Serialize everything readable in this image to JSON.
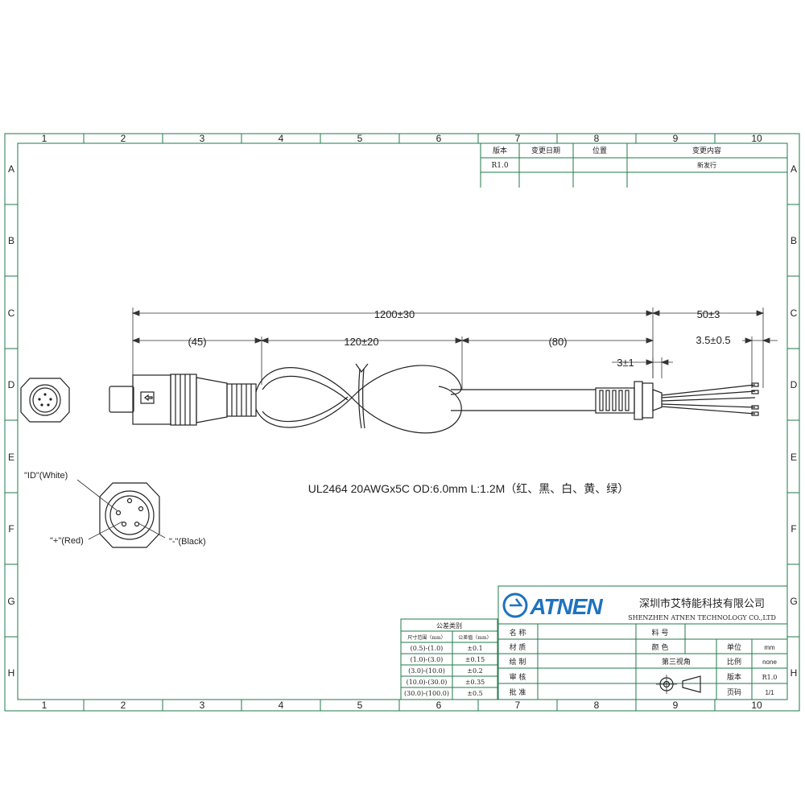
{
  "ruler": {
    "cols": [
      "1",
      "2",
      "3",
      "4",
      "5",
      "6",
      "7",
      "8",
      "9",
      "10"
    ],
    "rows": [
      "A",
      "B",
      "C",
      "D",
      "E",
      "F",
      "G",
      "H"
    ]
  },
  "revision_table": {
    "headers": [
      "版本",
      "变更日期",
      "位置",
      "变更内容"
    ],
    "row": [
      "R1.0",
      "",
      "",
      "新发行"
    ]
  },
  "dimensions": {
    "total": "1200±30",
    "strip": "50±3",
    "seg_left": "(45)",
    "seg_mid": "120±20",
    "seg_right": "(80)",
    "tin": "3.5±0.5",
    "jacket": "3±1"
  },
  "spec_text": "UL2464 20AWGx5C OD:6.0mm  L:1.2M（红、黑、白、黄、绿）",
  "pinout": {
    "id": "\"ID\"(White)",
    "plus": "\"+\"(Red)",
    "minus": "\"-\"(Black)"
  },
  "tolerance_table": {
    "title": "公差类别",
    "headers": [
      "尺寸范围（mm）",
      "公差值（mm）"
    ],
    "rows": [
      [
        "(0.5)-(1.0)",
        "±0.1"
      ],
      [
        "(1.0)-(3.0)",
        "±0.15"
      ],
      [
        "(3.0)-(10.0)",
        "±0.2"
      ],
      [
        "(10.0)-(30.0)",
        "±0.35"
      ],
      [
        "(30.0)-(100.0)",
        "±0.5"
      ]
    ]
  },
  "title_block": {
    "logo": "ATNEN",
    "company_cn": "深圳市艾特能科技有限公司",
    "company_en": "SHENZHEN ATNEN TECHNOLOGY CO.,LTD",
    "labels": {
      "name": "名 称",
      "material": "材 质",
      "drawn": "绘 制",
      "check": "审 核",
      "approve": "批 准",
      "part_no": "料 号",
      "color": "颜 色",
      "projection": "第三视角",
      "unit": "单位",
      "scale": "比例",
      "version": "版本",
      "page": "页码"
    },
    "values": {
      "unit": "mm",
      "scale": "none",
      "version": "R1.0",
      "page": "1/1"
    }
  },
  "colors": {
    "frame": "#1f7a4a",
    "drawing": "#222222"
  }
}
